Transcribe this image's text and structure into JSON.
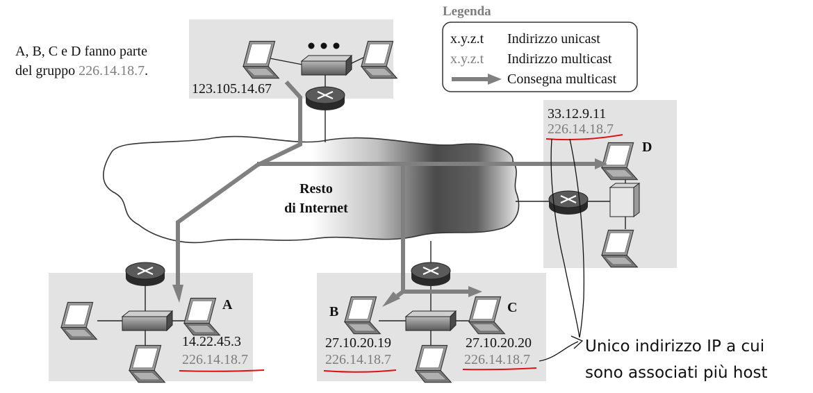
{
  "intro": {
    "line1": "A, B, C e D fanno parte",
    "line2_prefix": "del gruppo ",
    "line2_group": "226.14.18.7",
    "line2_suffix": "."
  },
  "legend": {
    "title": "Legenda",
    "unicast_sample": "x.y.z.t",
    "unicast_label": "Indirizzo unicast",
    "multicast_sample": "x.y.z.t",
    "multicast_label": "Indirizzo multicast",
    "delivery_label": "Consegna multicast"
  },
  "cloud_label": {
    "line1": "Resto",
    "line2": "di Internet"
  },
  "networks": {
    "source": {
      "unicast": "123.105.14.67"
    },
    "a": {
      "name": "A",
      "unicast": "14.22.45.3",
      "multicast": "226.14.18.7"
    },
    "b": {
      "name": "B",
      "unicast": "27.10.20.19",
      "multicast": "226.14.18.7"
    },
    "c": {
      "name": "C",
      "unicast": "27.10.20.20",
      "multicast": "226.14.18.7"
    },
    "d": {
      "name": "D",
      "unicast": "33.12.9.11",
      "multicast": "226.14.18.7"
    }
  },
  "annotation": {
    "line1": "Unico indirizzo IP a cui",
    "line2": "sono associati più host"
  },
  "colors": {
    "box": "#e3e3e3",
    "arrow": "#808080",
    "router": "#3a3a3a",
    "multicast_text": "#7d7d7d",
    "underline": "#dd1111"
  }
}
